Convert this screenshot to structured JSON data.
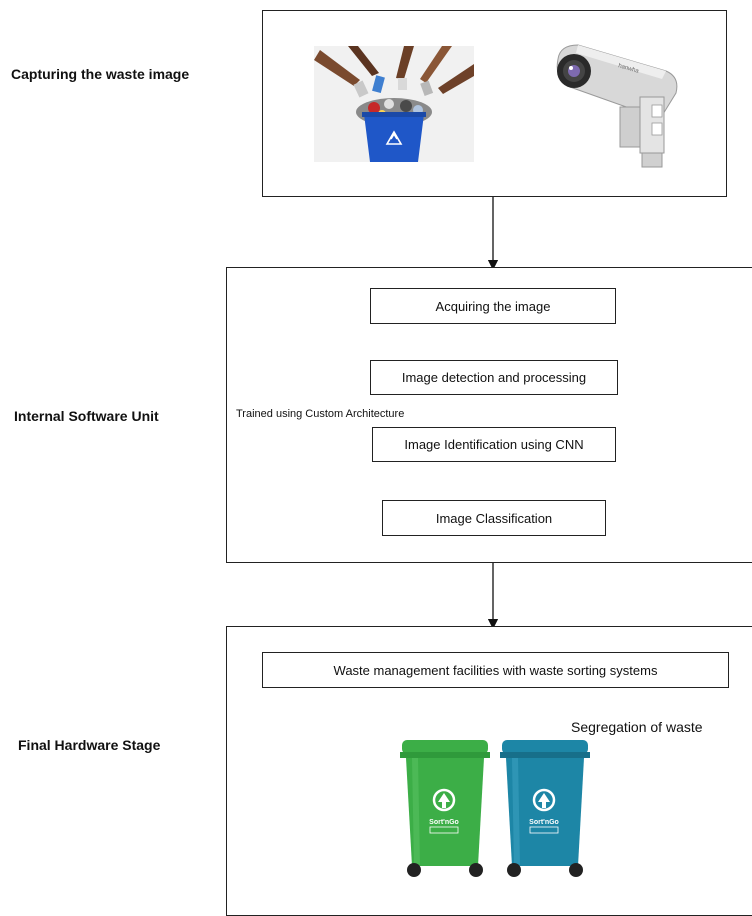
{
  "stages": {
    "capture": {
      "label": "Capturing the waste image"
    },
    "software": {
      "label": "Internal Software Unit"
    },
    "hardware": {
      "label": "Final Hardware Stage"
    }
  },
  "software_steps": [
    {
      "label": "Acquiring the image"
    },
    {
      "label": "Image detection and processing"
    },
    {
      "label": "Image Identification using CNN"
    },
    {
      "label": "Image Classification"
    }
  ],
  "training_note": "Trained using Custom Architecture",
  "hardware": {
    "facility_label": "Waste management facilities with waste sorting systems",
    "segregation_label": "Segregation of waste",
    "bin_brand": "Sort'nGo",
    "bin_colors": {
      "green": "#3cae47",
      "teal": "#1d86a6"
    }
  },
  "camera_brand": "hanwha",
  "recycle_bin_color": "#1f57c8"
}
